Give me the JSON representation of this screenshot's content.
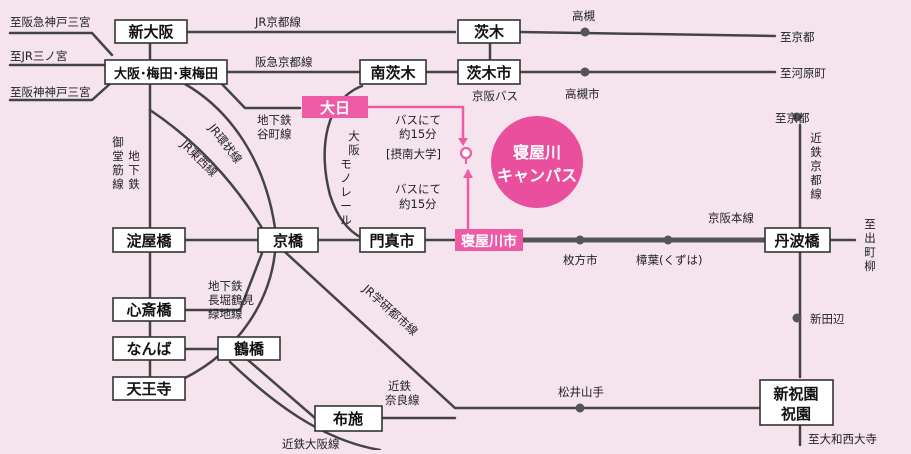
{
  "colors": {
    "background": "#f5e4ee",
    "line": "#444444",
    "station_border": "#333333",
    "station_fill": "#ffffff",
    "accent_pink": "#ee5aa6",
    "campus_pink": "#ea4f9e",
    "label_pink": "#e04c95",
    "dot": "#555555"
  },
  "stations": {
    "shin_osaka": "新大阪",
    "osaka_umeda": "大阪･梅田･東梅田",
    "minami_ibaraki": "南茨木",
    "ibaraki": "茨木",
    "ibarakishi": "茨木市",
    "yodoyabashi": "淀屋橋",
    "kyobashi": "京橋",
    "kadomashi": "門真市",
    "neyagawashi": "寝屋川市",
    "tambabashi": "丹波橋",
    "shinsaibashi": "心斎橋",
    "namba": "なんば",
    "tsuruhashi": "鶴橋",
    "tennoji": "天王寺",
    "fuse": "布施",
    "shinhosono": "新祝園",
    "hosono": "祝園",
    "dainichi": "大日"
  },
  "campus": {
    "line1": "寝屋川",
    "line2": "キャンパス"
  },
  "labels": {
    "jr_kyoto": "JR京都線",
    "hankyu_kyoto": "阪急京都線",
    "takatsuki": "高槻",
    "takatsukishi": "高槻市",
    "keihan_bus": "京阪バス",
    "to_kyoto_top": "至京都",
    "to_kawaramachi": "至河原町",
    "to_kyoto_right": "至京都",
    "to_sannomiya_hankyu": "至阪急神戸三宮",
    "to_sannomiya_jr": "至JR三ノ宮",
    "to_sannomiya_hanshin": "至阪神神戸三宮",
    "tanimachi_line": [
      "地下鉄",
      "谷町線"
    ],
    "jr_loop": "JR環状線",
    "jr_tozai": "JR東西線",
    "midosuji": [
      "御",
      "堂",
      "筋",
      "線"
    ],
    "subway_v": [
      "地",
      "下",
      "鉄"
    ],
    "monorail": [
      "大",
      "阪",
      "モ",
      "ノ",
      "レ",
      "ー",
      "ル"
    ],
    "bus1": [
      "バスにて",
      "約15分"
    ],
    "setsunan_univ": "[摂南大学]",
    "bus2": [
      "バスにて",
      "約15分"
    ],
    "kintetsu_kyoto": [
      "近",
      "鉄",
      "京",
      "都",
      "線"
    ],
    "keihan_main": "京阪本線",
    "to_demachiyanagi": [
      "至",
      "出",
      "町",
      "柳"
    ],
    "hirakatashi": "枚方市",
    "kuzuha": "樟葉(くずは)",
    "nagahori": [
      "地下鉄",
      "長堀鶴見",
      "緑地線"
    ],
    "gakkentoshi": "JR学研都市線",
    "kintetsu_nara": [
      "近鉄",
      "奈良線"
    ],
    "matsuiyamate": "松井山手",
    "shintanabe": "新田辺",
    "to_yamato_saidaiji": "至大和西大寺",
    "kintetsu_osaka": "近鉄大阪線"
  }
}
